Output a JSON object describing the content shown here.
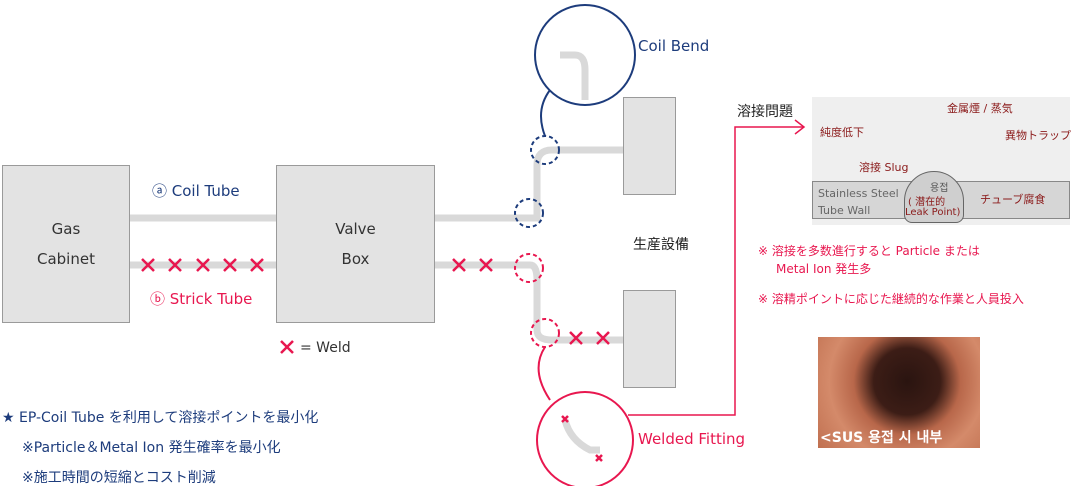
{
  "gas_cabinet": {
    "line1": "Gas",
    "line2": "Cabinet"
  },
  "valve_box": {
    "line1": "Valve",
    "line2": "Box"
  },
  "coil_tube_label": "ⓐ Coil Tube",
  "strick_tube_label": "ⓑ Strick Tube",
  "weld_legend": "= Weld",
  "weld_mark": "✕",
  "coil_bend_label": "Coil Bend",
  "welded_fitting_label": "Welded Fitting",
  "equipment_label": "生産設備",
  "welding_problem_title": "溶接問題",
  "illustration": {
    "fume": "金属煙 / 蒸気",
    "purity": "純度低下",
    "trap": "異物トラップ",
    "slug": "溶接 Slug",
    "weld_kr": "용접",
    "leak1": "( 潜在的",
    "leak2": "Leak Point)",
    "wall1": "Stainless Steel",
    "wall2": "Tube Wall",
    "corrosion": "チューブ腐食"
  },
  "notes": [
    "※ 溶接を多数進行すると Particle または",
    "Metal Ion 発生多",
    "※ 溶精ポイントに応じた継続的な作業と人員投入"
  ],
  "photo_caption": "<SUS 용접 시 내부",
  "summary": [
    "★ EP-Coil Tube を利用して溶接ポイントを最小化",
    "※Particle＆Metal Ion 発生確率を最小化",
    "※施工時間の短縮とコスト削減"
  ],
  "colors": {
    "navy": "#1d3c7c",
    "red": "#e8174f",
    "pipe": "#d9d9d9"
  }
}
